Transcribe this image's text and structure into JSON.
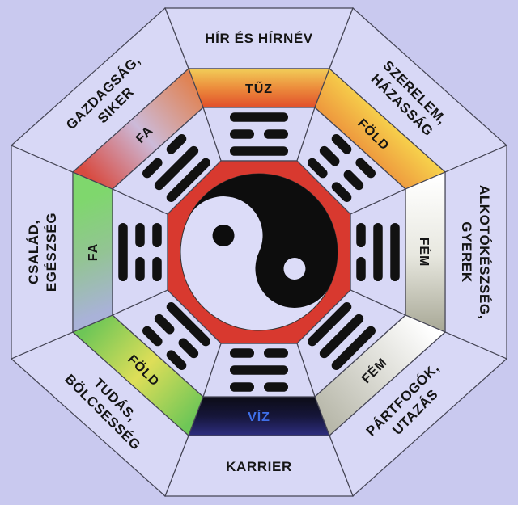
{
  "bagua": {
    "description_visible_text_only": true,
    "sectors": [
      {
        "position": "top",
        "area_lines": [
          "HÍR ÉS HÍRNÉV"
        ],
        "element": "TŰZ",
        "trigram_name": "li",
        "trigram_lines": [
          "solid",
          "broken",
          "solid"
        ]
      },
      {
        "position": "top-right",
        "area_lines": [
          "SZERELEM,",
          "HÁZASSÁG"
        ],
        "element": "FÖLD",
        "trigram_name": "kun",
        "trigram_lines": [
          "broken",
          "broken",
          "broken"
        ]
      },
      {
        "position": "right",
        "area_lines": [
          "ALKOTÓKÉSZSÉG,",
          "GYEREK"
        ],
        "element": "FÉM",
        "trigram_name": "dui",
        "trigram_lines": [
          "solid",
          "solid",
          "broken"
        ]
      },
      {
        "position": "bottom-right",
        "area_lines": [
          "PÁRTFOGÓK,",
          "UTAZÁS"
        ],
        "element": "FÉM",
        "trigram_name": "qian",
        "trigram_lines": [
          "solid",
          "solid",
          "solid"
        ]
      },
      {
        "position": "bottom",
        "area_lines": [
          "KARRIER"
        ],
        "element": "VÍZ",
        "trigram_name": "kan",
        "trigram_lines": [
          "broken",
          "solid",
          "broken"
        ]
      },
      {
        "position": "bottom-left",
        "area_lines": [
          "TUDÁS,",
          "BÖLCSESSÉG"
        ],
        "element": "FÖLD",
        "trigram_name": "gen",
        "trigram_lines": [
          "broken",
          "broken",
          "solid"
        ]
      },
      {
        "position": "left",
        "area_lines": [
          "CSALÁD,",
          "EGÉSZSÉG"
        ],
        "element": "FA",
        "trigram_name": "zhen",
        "trigram_lines": [
          "solid",
          "broken",
          "broken"
        ]
      },
      {
        "position": "top-left",
        "area_lines": [
          "GAZDAGSÁG,",
          "SIKER"
        ],
        "element": "FA",
        "trigram_name": "xun",
        "trigram_lines": [
          "broken",
          "solid",
          "solid"
        ]
      }
    ],
    "colors": {
      "background": "#c9c9ef",
      "cell_fill": "#d8d8f6",
      "outline": "#454555",
      "label_black": "#151515",
      "viz_label_blue": "#3f6fe8",
      "center_octagon_red": "#d8392f",
      "yin_black": "#0d0d0d",
      "yang_light": "#dcdcf8",
      "trigram_black": "#111111",
      "bands": {
        "tuz": [
          "#f2cd58",
          "#ec8c3c",
          "#e14f2b"
        ],
        "fold_tr": [
          "#f6cf4b",
          "#ee9a3e"
        ],
        "fem_r": [
          "#ffffff",
          "#e8e8e0",
          "#a8a896"
        ],
        "fem_br": [
          "#ffffff",
          "#b8b8aa"
        ],
        "viz": [
          "#0c0c16",
          "#16163a",
          "#2d2d7e"
        ],
        "fold_bl": [
          "#6ec657",
          "#dede58",
          "#6ec657"
        ],
        "fa_l": [
          "#7fd76d",
          "#93c494",
          "#a9b2d8"
        ],
        "fa_tl": [
          "#d84b41",
          "#ccbad9",
          "#e08354"
        ]
      }
    }
  }
}
